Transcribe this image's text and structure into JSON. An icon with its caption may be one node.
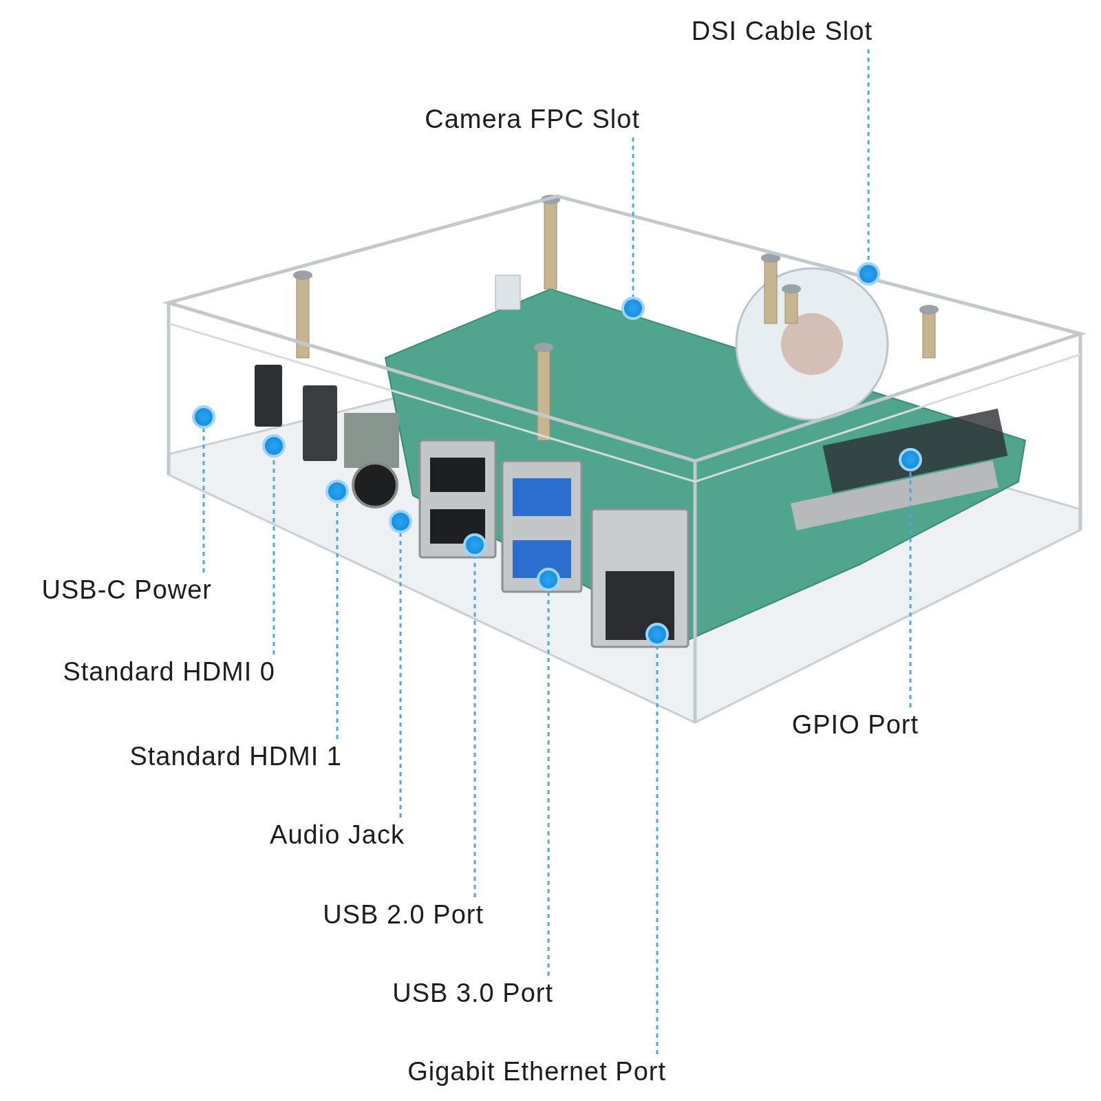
{
  "diagram": {
    "nodes": [
      {
        "text": [
          "DSI Cable Slot"
        ]
      },
      {
        "text": [
          "Camera FPC Slot"
        ]
      },
      {
        "text": [
          "USB-C Power"
        ]
      },
      {
        "text": [
          "Standard HDMI 0"
        ]
      },
      {
        "text": [
          "GPIO Port"
        ]
      },
      {
        "text": [
          "Standard HDMI 1"
        ]
      },
      {
        "text": [
          "Audio Jack"
        ]
      },
      {
        "text": [
          "USB 2.0 Port"
        ]
      },
      {
        "text": [
          "USB 3.0 Port"
        ]
      },
      {
        "text": [
          "Gigabit Ethernet Port"
        ]
      },
      {
        "text": [],
        "shape": "circle"
      },
      {
        "text": [],
        "shape": "circle"
      },
      {
        "text": [],
        "shape": "circle"
      },
      {
        "text": [],
        "shape": "circle"
      },
      {
        "text": [],
        "shape": "circle"
      },
      {
        "text": [],
        "shape": "circle"
      },
      {
        "text": [],
        "shape": "circle"
      },
      {
        "text": [],
        "shape": "circle"
      },
      {
        "text": [],
        "shape": "circle"
      },
      {
        "text": [],
        "shape": "circle"
      }
    ],
    "edges": [
      {
        "from": 0,
        "to": 10,
        "arrow": "none",
        "style": "dashed"
      },
      {
        "from": 1,
        "to": 11,
        "arrow": "none",
        "style": "dashed"
      },
      {
        "from": 2,
        "to": 12,
        "arrow": "none",
        "style": "dashed"
      },
      {
        "from": 3,
        "to": 13,
        "arrow": "none",
        "style": "dashed"
      },
      {
        "from": 4,
        "to": 14,
        "arrow": "none",
        "style": "dashed"
      },
      {
        "from": 5,
        "to": 15,
        "arrow": "none",
        "style": "dashed"
      },
      {
        "from": 6,
        "to": 16,
        "arrow": "none",
        "style": "dashed"
      },
      {
        "from": 7,
        "to": 17,
        "arrow": "none",
        "style": "dashed"
      },
      {
        "from": 8,
        "to": 18,
        "arrow": "none",
        "style": "dashed"
      },
      {
        "from": 9,
        "to": 19,
        "arrow": "none",
        "style": "dashed"
      }
    ]
  }
}
